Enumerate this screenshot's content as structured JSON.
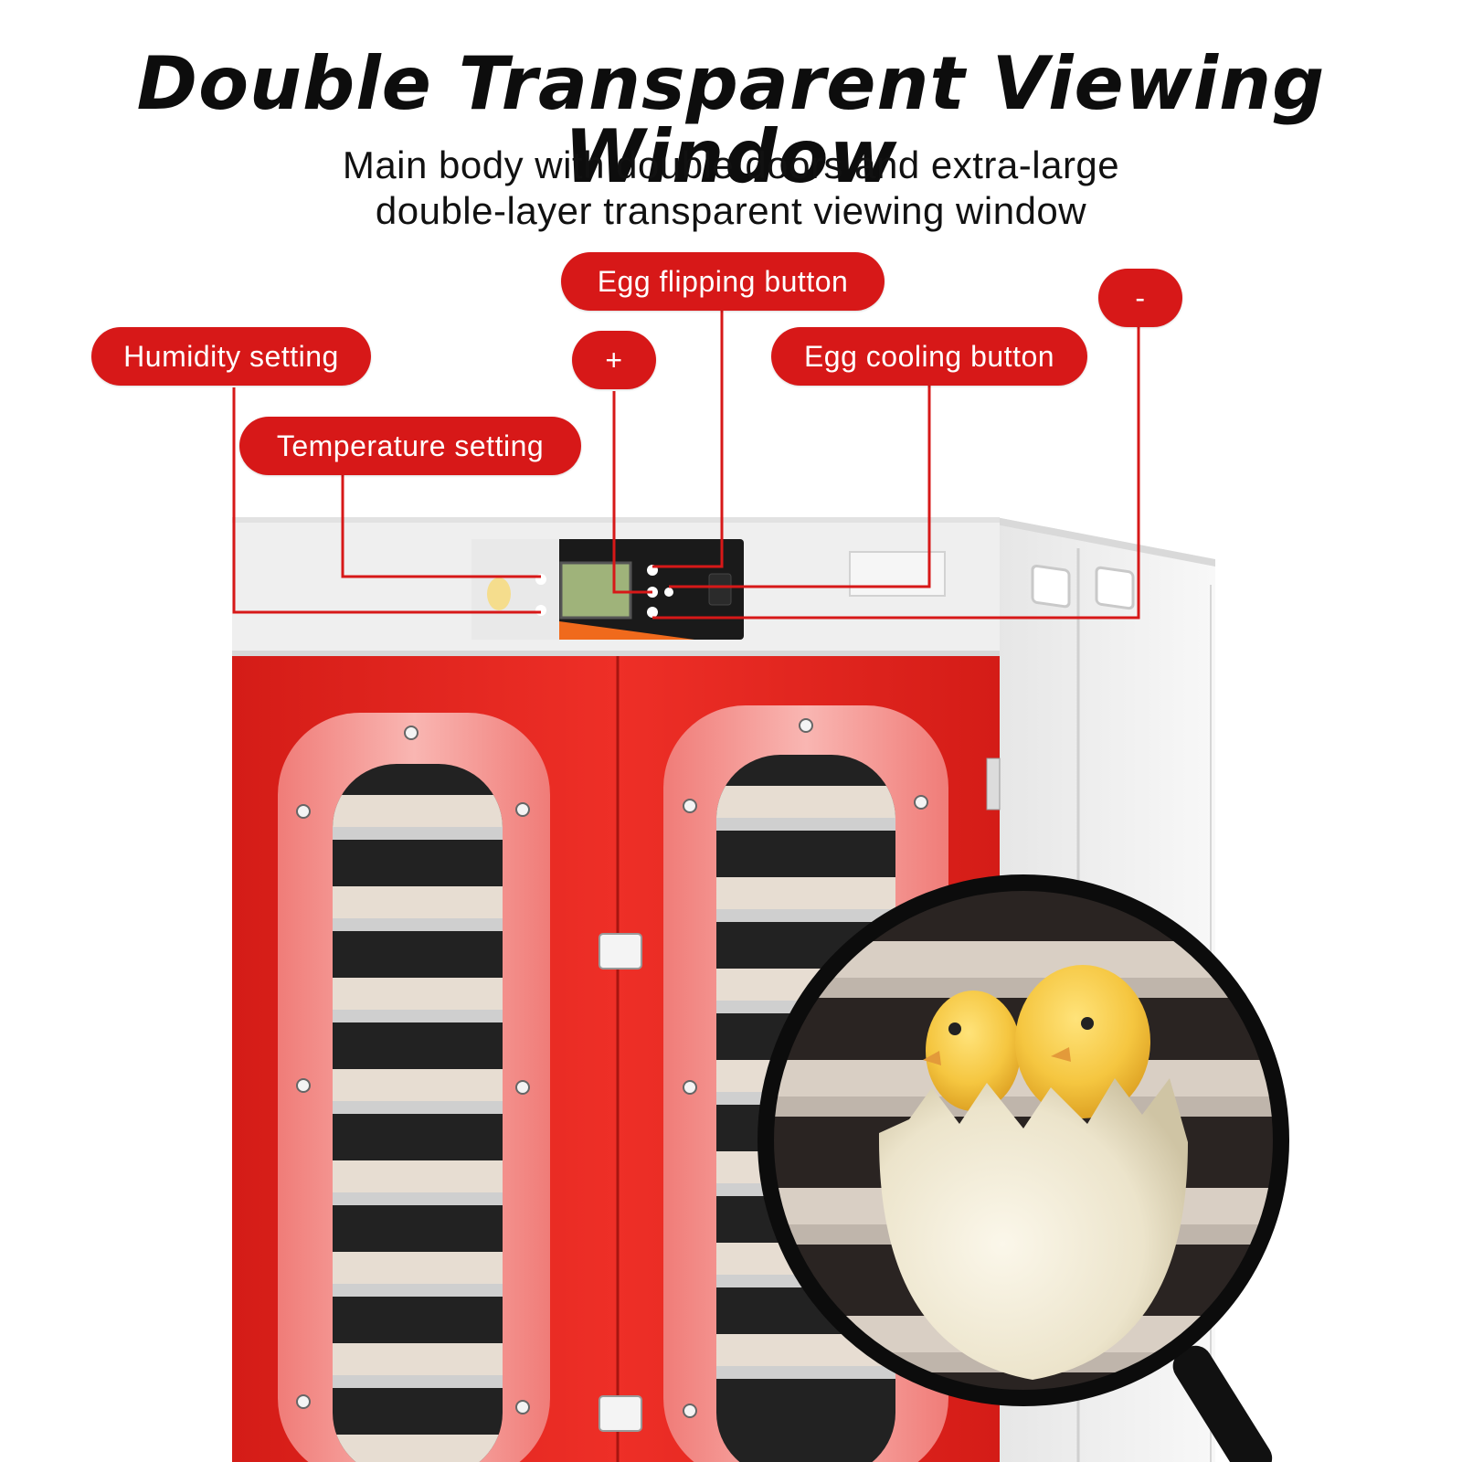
{
  "header": {
    "title": "Double Transparent Viewing Window",
    "subtitle_line1": "Main body with double doors and extra-large",
    "subtitle_line2": "double-layer transparent viewing window"
  },
  "callouts": {
    "humidity": "Humidity setting",
    "temperature": "Temperature setting",
    "plus": "+",
    "egg_flipping": "Egg flipping button",
    "egg_cooling": "Egg cooling button",
    "minus": "-"
  },
  "colors": {
    "callout_red": "#d71818",
    "cabinet_red": "#e0261f",
    "cabinet_white": "#f2f2f2",
    "panel_dark": "#1a1a1a"
  }
}
